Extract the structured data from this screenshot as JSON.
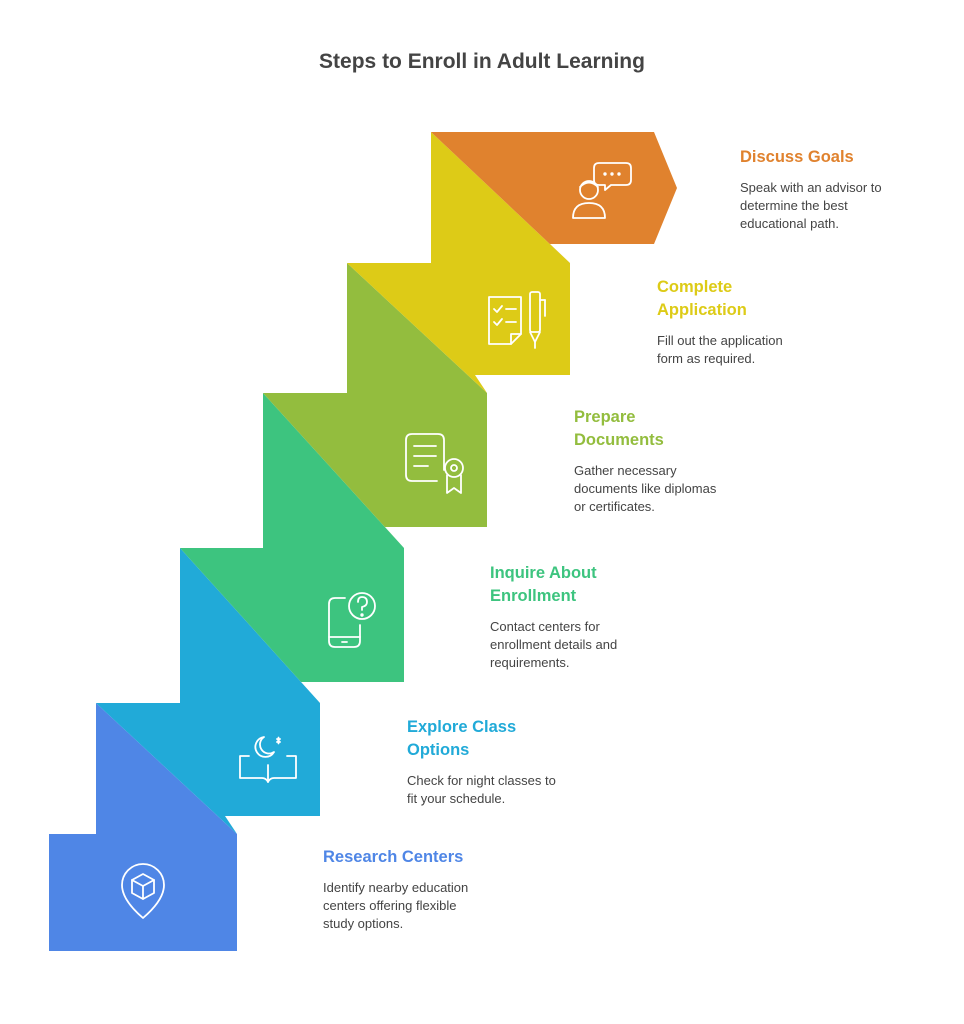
{
  "title": "Steps to Enroll in Adult Learning",
  "colors": {
    "orange": "#E0822E",
    "yellow": "#DDCB17",
    "olive": "#93BD3E",
    "green": "#3DC47F",
    "cyan": "#21AAD8",
    "blue": "#4F86E6",
    "text": "#444444",
    "icon_stroke": "#FFFFFF"
  },
  "steps": [
    {
      "heading_lines": [
        "Discuss Goals"
      ],
      "description_lines": [
        "Speak with an advisor to",
        "determine the best",
        "educational path."
      ],
      "icon": "advisor-chat-icon",
      "color": "#E0822E"
    },
    {
      "heading_lines": [
        "Complete",
        "Application"
      ],
      "description_lines": [
        "Fill out the application",
        "form as required."
      ],
      "icon": "checklist-pen-icon",
      "color": "#DDCB17"
    },
    {
      "heading_lines": [
        "Prepare",
        "Documents"
      ],
      "description_lines": [
        "Gather necessary",
        "documents like diplomas",
        "or certificates."
      ],
      "icon": "certificate-icon",
      "color": "#93BD3E"
    },
    {
      "heading_lines": [
        "Inquire About",
        "Enrollment"
      ],
      "description_lines": [
        "Contact centers for",
        "enrollment details and",
        "requirements."
      ],
      "icon": "phone-question-icon",
      "color": "#3DC47F"
    },
    {
      "heading_lines": [
        "Explore Class",
        "Options"
      ],
      "description_lines": [
        "Check for night classes to",
        "fit your schedule."
      ],
      "icon": "night-book-icon",
      "color": "#21AAD8"
    },
    {
      "heading_lines": [
        "Research Centers"
      ],
      "description_lines": [
        "Identify nearby education",
        "centers offering flexible",
        "study options."
      ],
      "icon": "location-book-icon",
      "color": "#4F86E6"
    }
  ]
}
